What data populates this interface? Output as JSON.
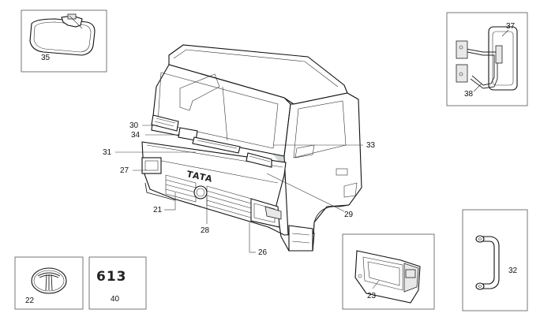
{
  "callouts": {
    "c35": "35",
    "c37": "37",
    "c38": "38",
    "c30": "30",
    "c34": "34",
    "c31": "31",
    "c33": "33",
    "c27": "27",
    "c21": "21",
    "c28": "28",
    "c29": "29",
    "c26": "26",
    "c22": "22",
    "c40": "40",
    "c23": "23",
    "c32": "32"
  },
  "grille_badge": "TATA",
  "model_badge": "613",
  "watermark_color": "#c9d3d6"
}
